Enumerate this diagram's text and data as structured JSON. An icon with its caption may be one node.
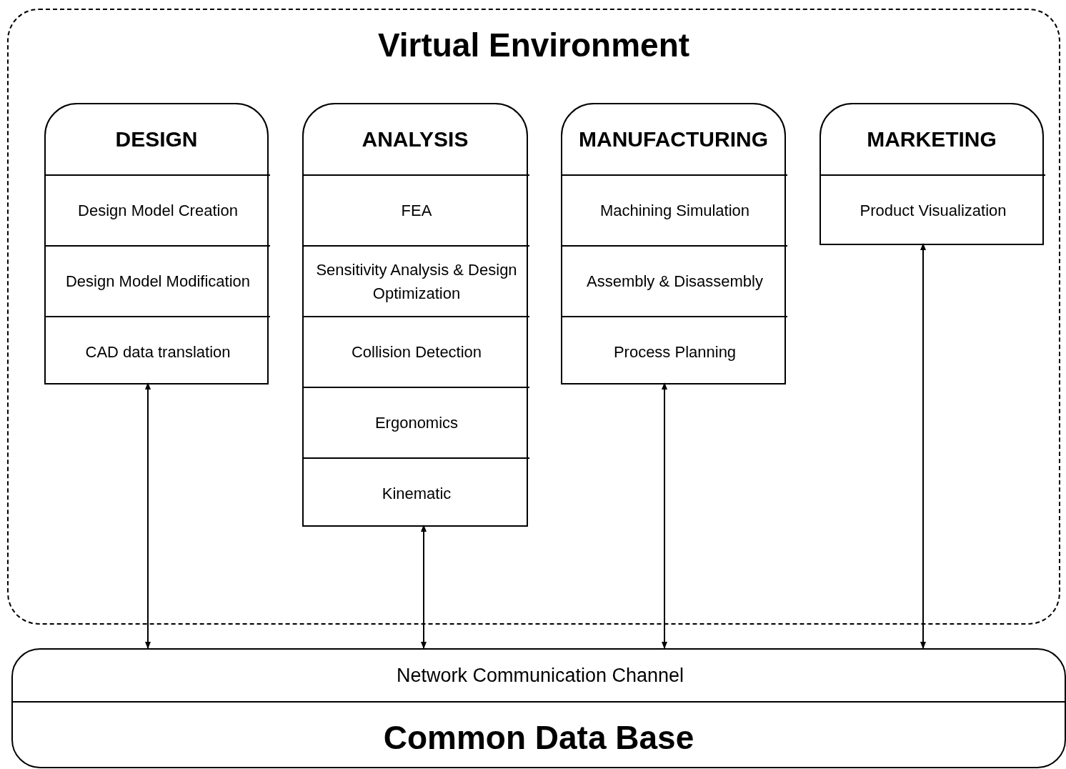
{
  "diagram": {
    "nodes": [
      {
        "text": [
          "Virtual Environment"
        ]
      },
      {
        "text": [
          "DESIGN"
        ],
        "in": 0
      },
      {
        "text": [
          "Design Model Creation"
        ],
        "in": 1
      },
      {
        "text": [
          "Design Model Modification"
        ],
        "in": 1
      },
      {
        "text": [
          "CAD data translation"
        ],
        "in": 1
      },
      {
        "text": [
          "ANALYSIS"
        ],
        "in": 0
      },
      {
        "text": [
          "FEA"
        ],
        "in": 5
      },
      {
        "text": [
          "Sensitivity Analysis & Design Optimization"
        ],
        "in": 5
      },
      {
        "text": [
          "Collision Detection"
        ],
        "in": 5
      },
      {
        "text": [
          "Ergonomics"
        ],
        "in": 5
      },
      {
        "text": [
          "Kinematic"
        ],
        "in": 5
      },
      {
        "text": [
          "MANUFACTURING"
        ],
        "in": 0
      },
      {
        "text": [
          "Machining Simulation"
        ],
        "in": 11
      },
      {
        "text": [
          "Assembly & Disassembly"
        ],
        "in": 11
      },
      {
        "text": [
          "Process Planning"
        ],
        "in": 11
      },
      {
        "text": [
          "MARKETING"
        ],
        "in": 0
      },
      {
        "text": [
          "Product Visualization"
        ],
        "in": 15
      },
      {
        "text": [
          "Common Data Base"
        ]
      },
      {
        "text": [
          "Network Communication Channel"
        ],
        "in": 17
      }
    ],
    "edges": [
      {
        "from": 1,
        "to": 18,
        "arrow": "both"
      },
      {
        "from": 5,
        "to": 18,
        "arrow": "both"
      },
      {
        "from": 11,
        "to": 18,
        "arrow": "both"
      },
      {
        "from": 15,
        "to": 18,
        "arrow": "both"
      }
    ]
  }
}
